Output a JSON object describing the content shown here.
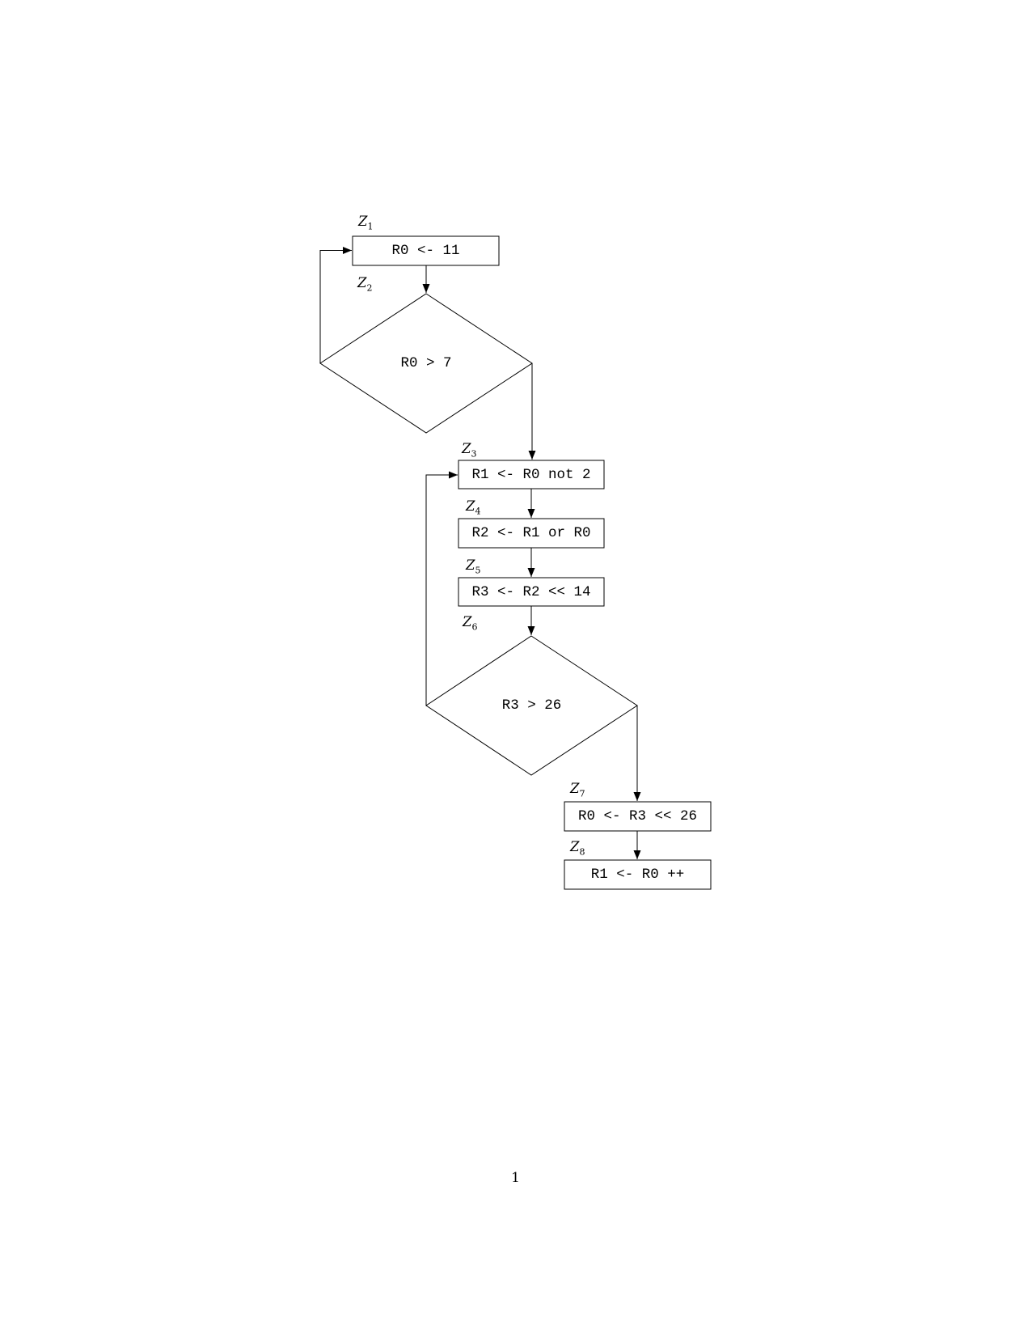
{
  "page": {
    "background": "#ffffff",
    "line_color": "#000000",
    "number": "1"
  },
  "flowchart": {
    "nodes": [
      {
        "id": "Z1",
        "label_base": "Z",
        "label_sub": "1",
        "kind": "process",
        "text": "R0 <- 11"
      },
      {
        "id": "Z2",
        "label_base": "Z",
        "label_sub": "2",
        "kind": "decision",
        "text": "R0 > 7"
      },
      {
        "id": "Z3",
        "label_base": "Z",
        "label_sub": "3",
        "kind": "process",
        "text": "R1 <- R0 not 2"
      },
      {
        "id": "Z4",
        "label_base": "Z",
        "label_sub": "4",
        "kind": "process",
        "text": "R2 <- R1 or R0"
      },
      {
        "id": "Z5",
        "label_base": "Z",
        "label_sub": "5",
        "kind": "process",
        "text": "R3 <- R2 << 14"
      },
      {
        "id": "Z6",
        "label_base": "Z",
        "label_sub": "6",
        "kind": "decision",
        "text": "R3 > 26"
      },
      {
        "id": "Z7",
        "label_base": "Z",
        "label_sub": "7",
        "kind": "process",
        "text": "R0 <- R3 << 26"
      },
      {
        "id": "Z8",
        "label_base": "Z",
        "label_sub": "8",
        "kind": "process",
        "text": "R1 <- R0 ++"
      }
    ],
    "edges": [
      {
        "from": "Z1",
        "to": "Z2",
        "kind": "down"
      },
      {
        "from": "Z2",
        "to": "Z3",
        "kind": "down-from-right-vertex"
      },
      {
        "from": "Z2",
        "to": "Z1",
        "kind": "loop-back-left"
      },
      {
        "from": "Z3",
        "to": "Z4",
        "kind": "down"
      },
      {
        "from": "Z4",
        "to": "Z5",
        "kind": "down"
      },
      {
        "from": "Z5",
        "to": "Z6",
        "kind": "down"
      },
      {
        "from": "Z6",
        "to": "Z7",
        "kind": "down-from-right-vertex"
      },
      {
        "from": "Z6",
        "to": "Z3",
        "kind": "loop-back-left"
      },
      {
        "from": "Z7",
        "to": "Z8",
        "kind": "down"
      }
    ]
  }
}
